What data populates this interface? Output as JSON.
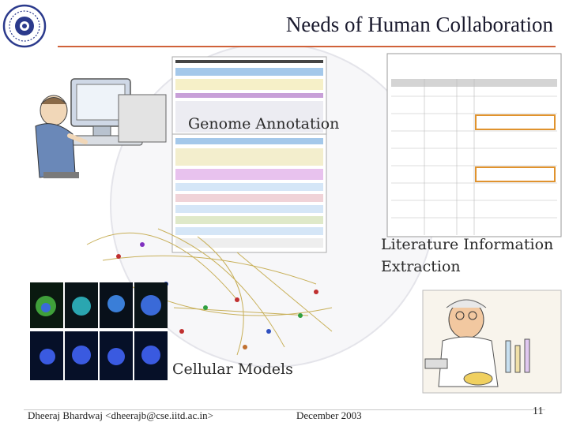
{
  "slide": {
    "title": "Needs of  Human Collaboration",
    "labels": {
      "genome_annotation": "Genome Annotation",
      "literature_line1": "Literature Information",
      "literature_line2": "Extraction",
      "cellular_models": "Cellular Models"
    },
    "footer": {
      "author": "Dheeraj Bhardwaj <dheerajb@cse.iitd.ac.in>",
      "date": "December  2003",
      "page_number": "11"
    },
    "colors": {
      "title_rule": "#d0623a",
      "background": "#ffffff"
    }
  }
}
